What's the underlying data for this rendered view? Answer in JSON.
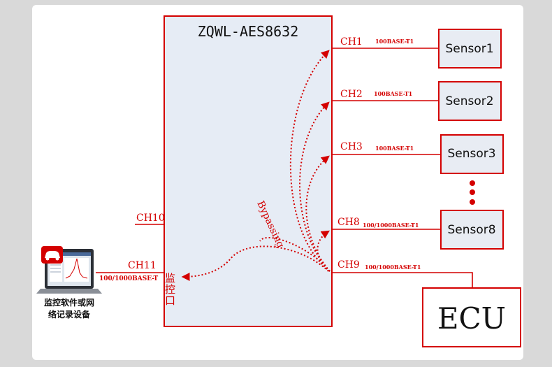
{
  "device": {
    "name": "ZQWL-AES8632",
    "monitor_port_label": "监控口",
    "bypass_label": "Bypassing"
  },
  "channels": [
    {
      "id": "ch1",
      "label": "CH1",
      "speed": "100BASE-T1",
      "target": "Sensor1"
    },
    {
      "id": "ch2",
      "label": "CH2",
      "speed": "100BASE-T1",
      "target": "Sensor2"
    },
    {
      "id": "ch3",
      "label": "CH3",
      "speed": "100BASE-T1",
      "target": "Sensor3"
    },
    {
      "id": "ch8",
      "label": "CH8",
      "speed": "100/1000BASE-T1",
      "target": "Sensor8"
    },
    {
      "id": "ch9",
      "label": "CH9",
      "speed": "100/1000BASE-T1",
      "target": "ECU"
    }
  ],
  "left_ports": {
    "ch10": "CH10",
    "ch11": "CH11",
    "ch11_speed": "100/1000BASE-T"
  },
  "laptop": {
    "caption_line1": "监控软件或网",
    "caption_line2": "络记录设备"
  },
  "colors": {
    "accent": "#d40000",
    "device_fill": "#e6ecf5",
    "sensor_fill": "#e8ecf3"
  }
}
